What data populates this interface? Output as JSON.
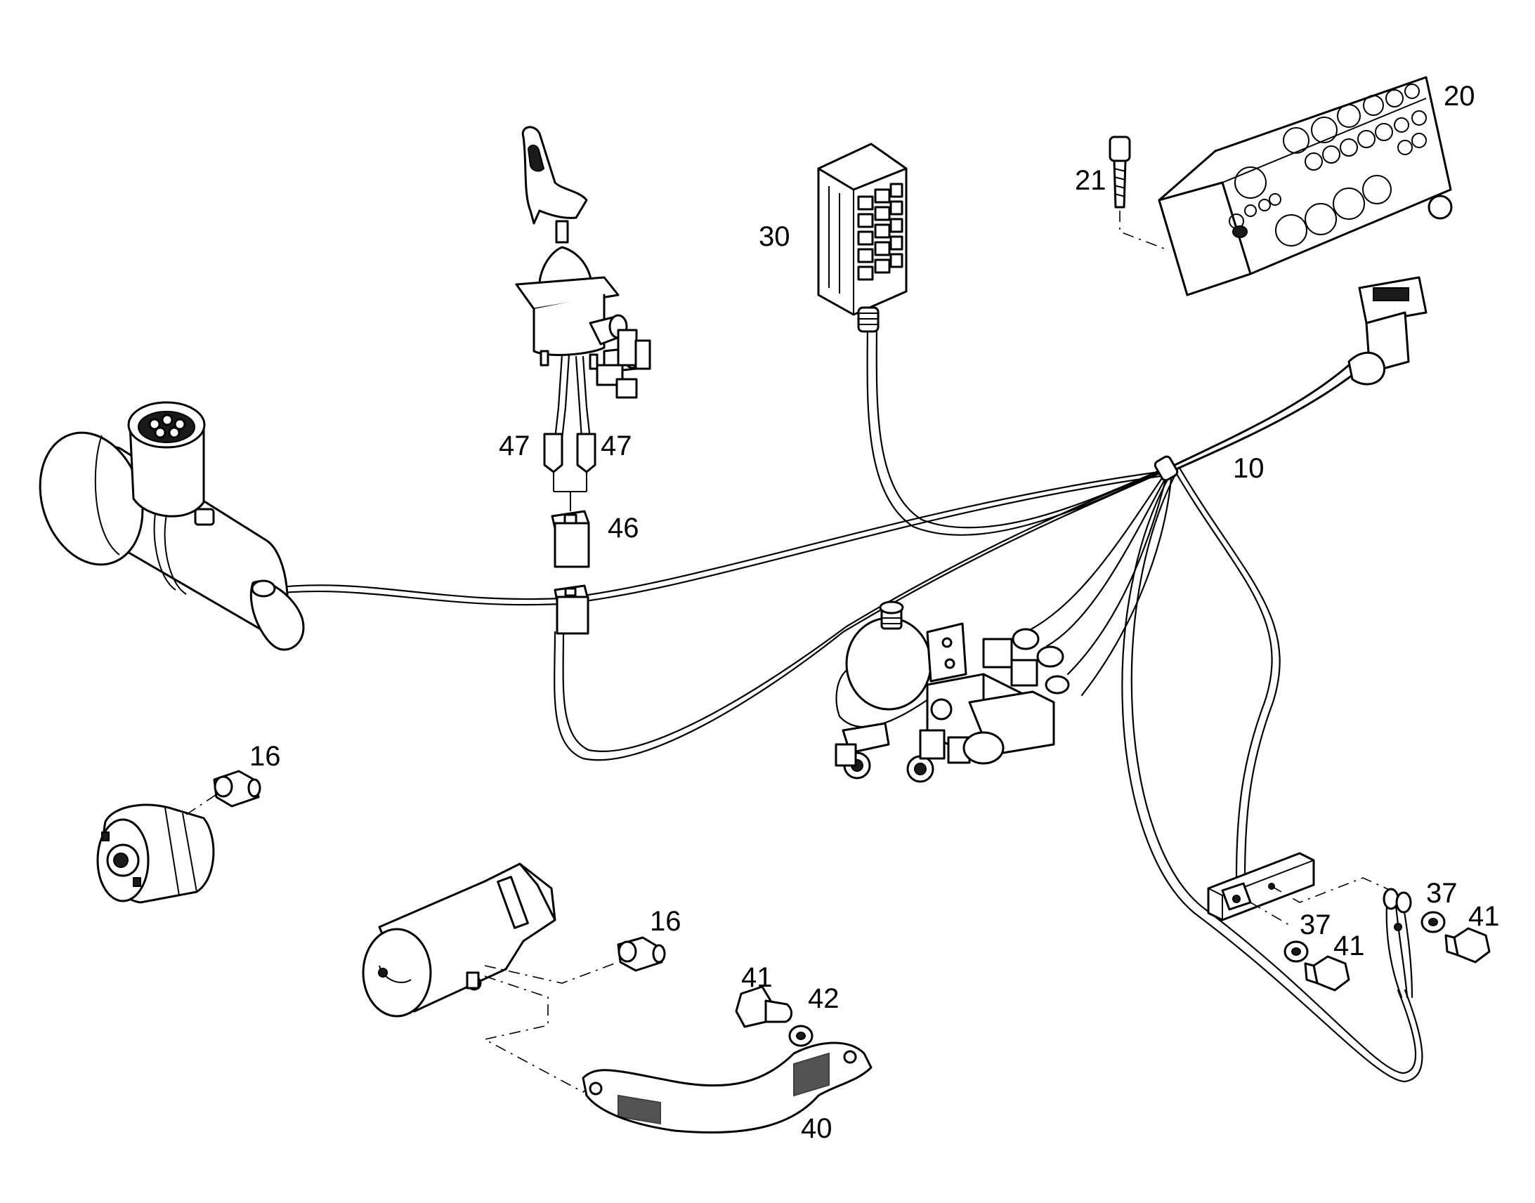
{
  "diagram": {
    "callouts": {
      "c10": "10",
      "c16a": "16",
      "c16b": "16",
      "c20": "20",
      "c21": "21",
      "c30": "30",
      "c37a": "37",
      "c37b": "37",
      "c40": "40",
      "c41a": "41",
      "c41b": "41",
      "c41c": "41",
      "c42": "42",
      "c46": "46",
      "c47a": "47",
      "c47b": "47"
    }
  }
}
